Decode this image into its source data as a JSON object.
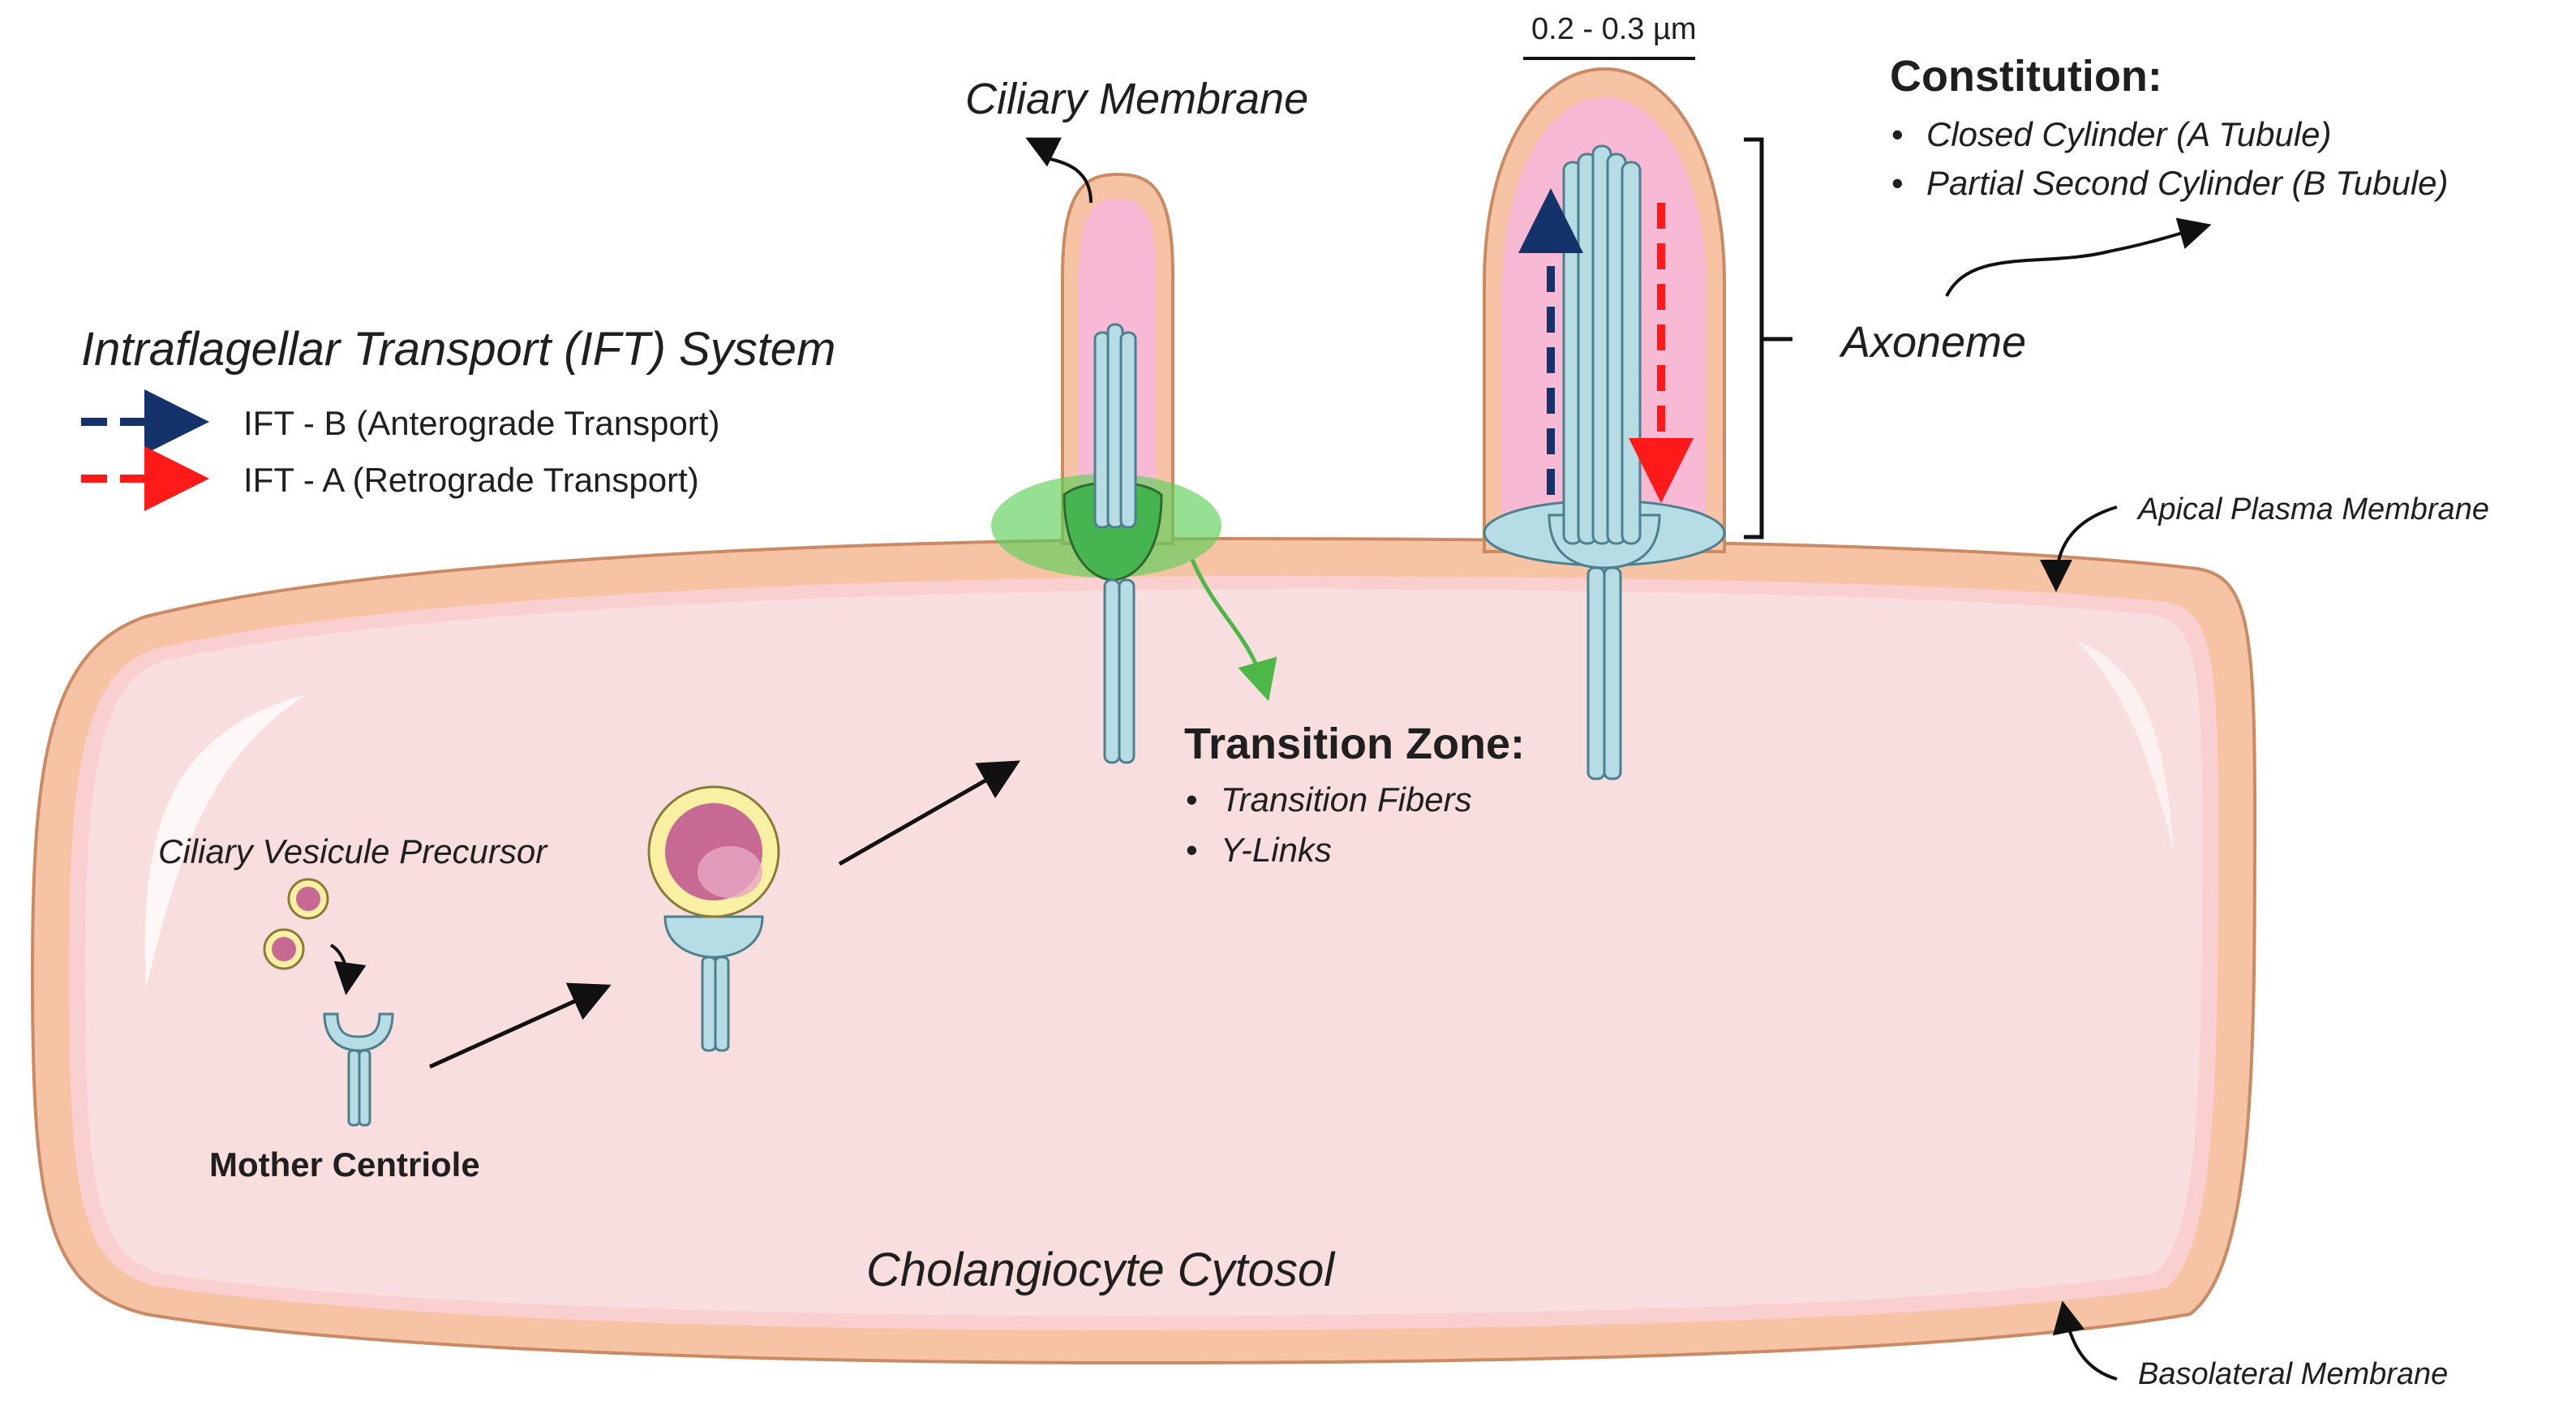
{
  "title": {
    "ift_system": "Intraflagellar Transport (IFT) System"
  },
  "legend": {
    "ift_b": "IFT - B (Anterograde Transport)",
    "ift_a": "IFT - A (Retrograde Transport)",
    "ift_b_color": "#14336b",
    "ift_a_color": "#ff1a1a"
  },
  "labels": {
    "ciliary_membrane": "Ciliary Membrane",
    "width": "0.2 - 0.3 µm",
    "axoneme": "Axoneme",
    "apical_membrane": "Apical Plasma Membrane",
    "basolateral_membrane": "Basolateral Membrane",
    "cytosol": "Cholangiocyte Cytosol",
    "vesicle_precursor": "Ciliary Vesicule Precursor",
    "mother_centriole": "Mother Centriole"
  },
  "constitution": {
    "heading": "Constitution:",
    "items": [
      "Closed Cylinder (A Tubule)",
      "Partial Second Cylinder (B Tubule)"
    ]
  },
  "transition_zone": {
    "heading": "Transition Zone:",
    "items": [
      "Transition Fibers",
      "Y-Links"
    ]
  },
  "colors": {
    "membrane": "#f6c4a4",
    "membrane_stroke": "#c98a64",
    "cytosol": "#f8dede",
    "cilium_inner": "#f7b9d3",
    "centriole": "#b6dde6",
    "centriole_stroke": "#4e7f8c",
    "transition_zone": "#5ecf5a",
    "green_arrow": "#4db848",
    "vesicle_outer": "#f9f0a4",
    "vesicle_inner": "#c76a93"
  }
}
